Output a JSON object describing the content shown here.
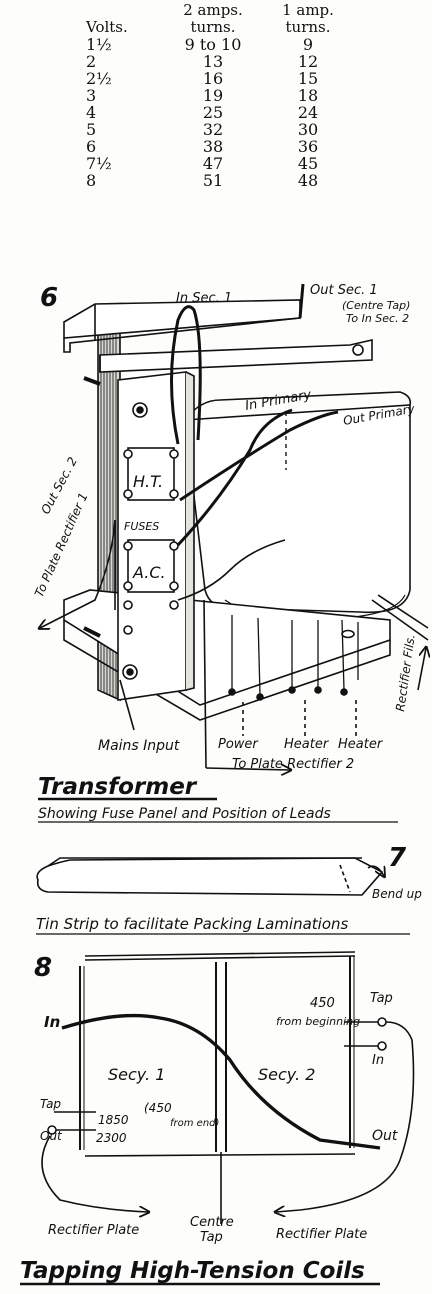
{
  "table": {
    "headers": [
      [
        "",
        "2 amps.",
        "1 amp."
      ],
      [
        "Volts.",
        "turns.",
        "turns."
      ]
    ],
    "rows": [
      [
        "1½",
        "9 to 10",
        "9"
      ],
      [
        "2",
        "13",
        "12"
      ],
      [
        "2½",
        "16",
        "15"
      ],
      [
        "3",
        "19",
        "18"
      ],
      [
        "4",
        "25",
        "24"
      ],
      [
        "5",
        "32",
        "30"
      ],
      [
        "6",
        "38",
        "36"
      ],
      [
        "7½",
        "47",
        "45"
      ],
      [
        "8",
        "51",
        "48"
      ]
    ]
  },
  "fig6": {
    "number": "6",
    "labels": {
      "in_sec1": "In Sec. 1",
      "out_sec1": "Out Sec. 1",
      "centre_tap": "(Centre Tap)",
      "to_in_sec2": "To In Sec. 2",
      "in_primary": "In Primary",
      "out_primary": "Out Primary",
      "out_sec2": "Out Sec. 2",
      "to_plate_rectifier1": "To Plate Rectifier 1",
      "ht": "H.T.",
      "fuses": "FUSES",
      "ac": "A.C.",
      "rectifier_fils": "Rectifier Fils.",
      "mains_input": "Mains Input",
      "power": "Power",
      "heater1": "Heater",
      "heater2": "Heater",
      "to_plate_rectifier2": "To Plate Rectifier 2"
    },
    "title": "Transformer",
    "subtitle": "Showing Fuse Panel and Position of Leads"
  },
  "fig7": {
    "number": "7",
    "bend_up": "Bend up",
    "caption": "Tin Strip to facilitate Packing Laminations"
  },
  "fig8": {
    "number": "8",
    "labels": {
      "in_left": "In",
      "count450": "450",
      "from_beginning": "from beginning",
      "tap_right": "Tap",
      "in_right": "In",
      "secy1": "Secy. 1",
      "secy2": "Secy. 2",
      "tap_left": "Tap",
      "out_left": "Out",
      "count1850": "1850",
      "count450b": "(450",
      "from_end": "from end)",
      "count2300": "2300",
      "out_right": "Out",
      "rectifier_plate_left": "Rectifier Plate",
      "centre": "Centre",
      "tap_centre": "Tap",
      "rectifier_plate_right": "Rectifier Plate"
    },
    "title": "Tapping High-Tension Coils"
  }
}
